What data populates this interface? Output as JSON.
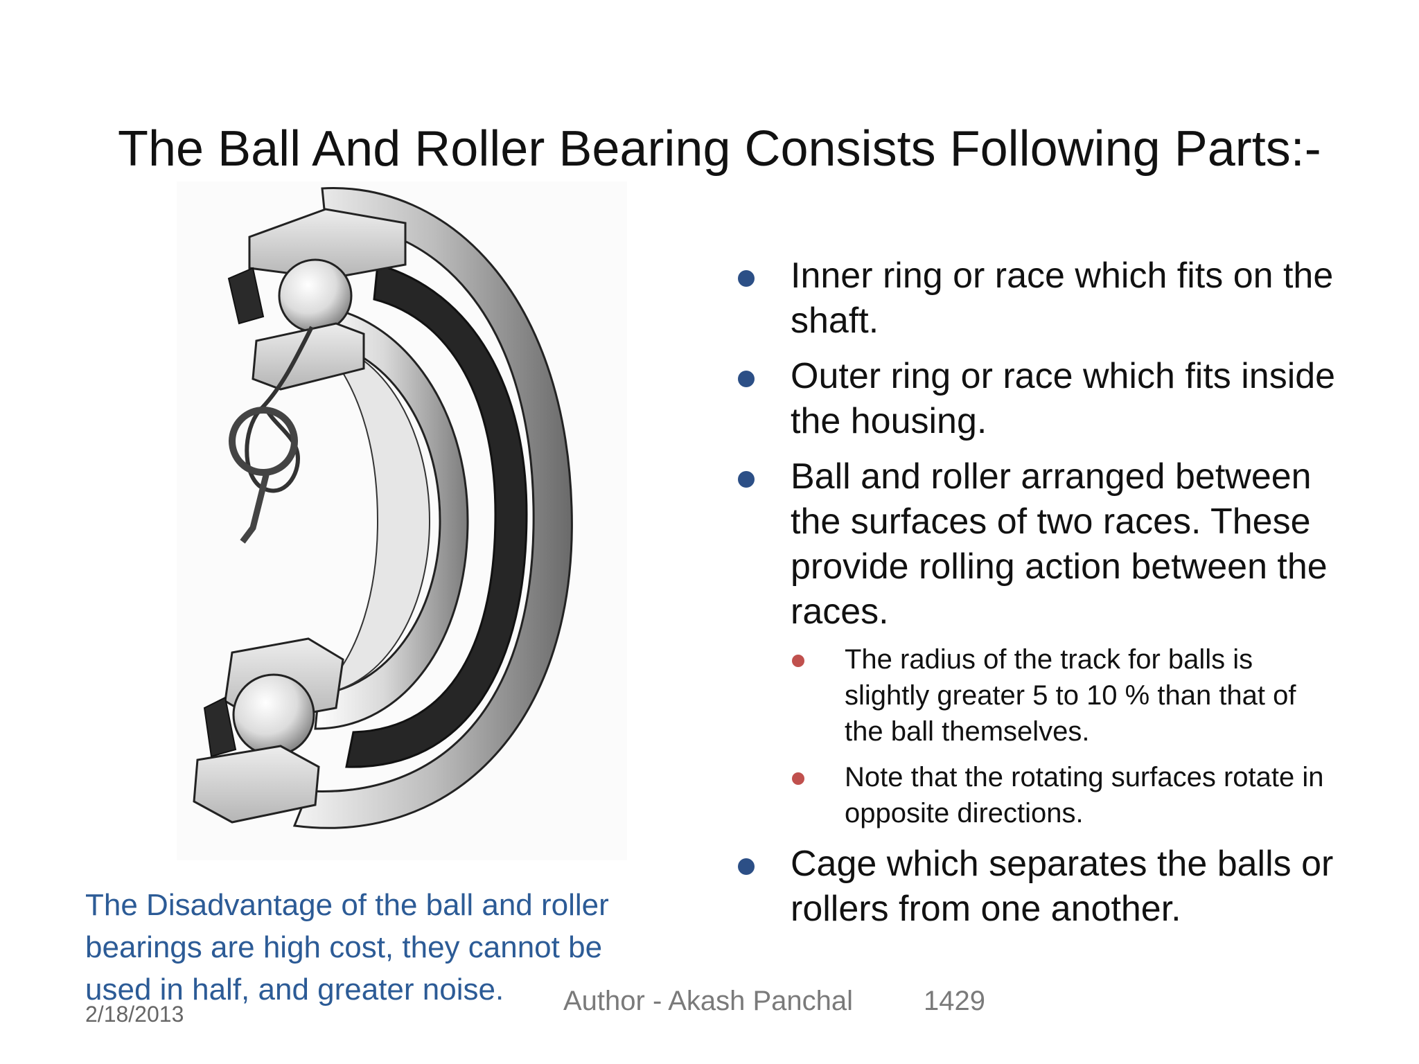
{
  "slide": {
    "title": "The Ball And Roller Bearing Consists Following Parts:-"
  },
  "figure": {
    "subject": "ball-bearing-cutaway-illustration"
  },
  "bullets": [
    {
      "text": "Inner ring or race which fits on the shaft."
    },
    {
      "text": "Outer ring or race which fits inside the housing."
    },
    {
      "text": "Ball and roller arranged between the surfaces of two races. These provide rolling action between the races.",
      "sub": [
        {
          "text": "The radius of the track for balls is slightly greater 5 to 10 % than that of the ball themselves."
        },
        {
          "text": "Note that the rotating surfaces rotate in opposite directions."
        }
      ]
    },
    {
      "text": "Cage which separates the balls or rollers from one another."
    }
  ],
  "note": {
    "text": "The Disadvantage of the ball and roller bearings are high cost, they cannot be used in half, and greater noise."
  },
  "footer": {
    "date": "2/18/2013",
    "author": "Author - Akash Panchal",
    "page": "1429"
  },
  "colors": {
    "bullet": "#2c4f86",
    "sub_bullet": "#c0504d",
    "note_text": "#2c5b96",
    "footer_text": "#7a7a7a"
  }
}
